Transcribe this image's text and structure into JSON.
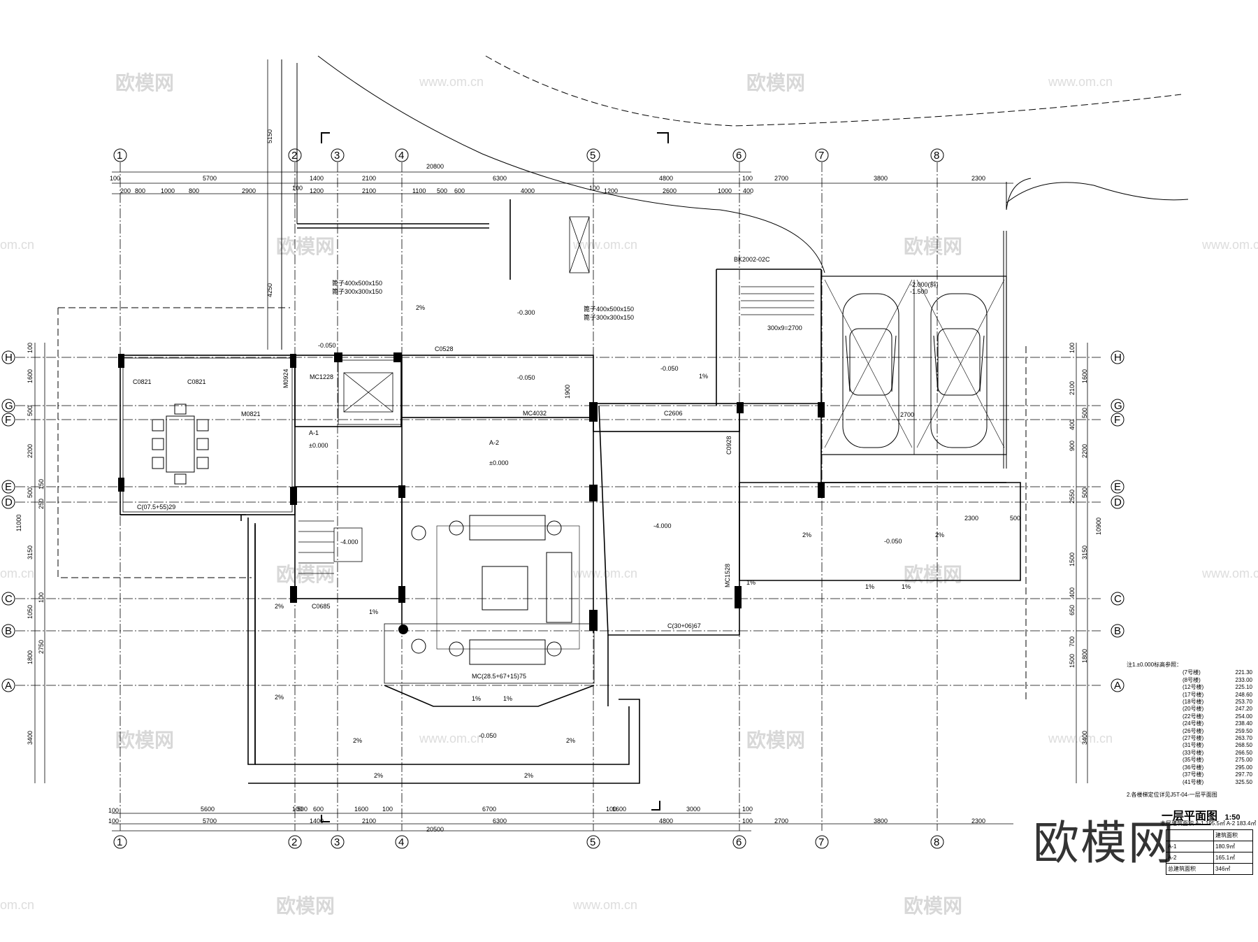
{
  "drawing": {
    "title": "一层平面图",
    "scale": "1:50",
    "brand": "欧模网"
  },
  "watermark": {
    "text": "欧模网",
    "url": "www.om.cn",
    "url_short": "om.cn"
  },
  "axes": {
    "columns": [
      "1",
      "2",
      "3",
      "4",
      "5",
      "6",
      "7",
      "8"
    ],
    "rows": [
      "H",
      "G",
      "F",
      "E",
      "D",
      "C",
      "B",
      "A"
    ]
  },
  "dims_top": {
    "overall": "20800",
    "row1": [
      "100",
      "5700",
      "1400",
      "2100",
      "6300",
      "4800",
      "100",
      "2700",
      "3800",
      "2300"
    ],
    "row2": [
      "200",
      "800",
      "1000",
      "800",
      "2900",
      "100",
      "1200",
      "2100",
      "1100",
      "500",
      "600",
      "4000",
      "100",
      "1200",
      "2600",
      "1000",
      "400"
    ]
  },
  "dims_bottom": {
    "overall": "20500",
    "row1": [
      "100",
      "5600",
      "100",
      "500",
      "600",
      "1600",
      "100",
      "6700",
      "100",
      "1600",
      "3000",
      "100"
    ],
    "row2": [
      "100",
      "5700",
      "1400",
      "2100",
      "6300",
      "4800",
      "100",
      "2700",
      "3800",
      "2300"
    ]
  },
  "dims_left": [
    "100",
    "1600",
    "500",
    "2200",
    "150",
    "500",
    "250",
    "11000",
    "3150",
    "100",
    "1050",
    "2750",
    "1800",
    "3400",
    "5150",
    "4250"
  ],
  "dims_right": [
    "100",
    "1600",
    "2100",
    "500",
    "400",
    "900",
    "2200",
    "500",
    "2550",
    "10900",
    "3150",
    "1500",
    "400",
    "650",
    "700",
    "1500",
    "1800",
    "3400"
  ],
  "rooms": {
    "a1": "A-1",
    "a2": "A-2",
    "a1_level": "±0.000",
    "a2_level": "±0.000",
    "level_neg_050": "-0.050",
    "level_neg_300": "-0.300",
    "level_neg_4000": "-4.000",
    "level_neg_2000": "-2.000(斜)",
    "level_neg_1500": "-1.500"
  },
  "labels": {
    "c0821a": "C0821",
    "c0821b": "C0821",
    "m0821": "M0821",
    "m0924": "M0924",
    "mc1228": "MC1228",
    "c0528": "C0528",
    "mc4032": "MC4032",
    "c2606": "C2606",
    "c0928": "C0928",
    "mc1528": "MC1528",
    "c0685": "C0685",
    "c_bottom_left": "C(07.5+55)29",
    "c_right": "C(30+06)67",
    "mc_bottom": "MC(28.5+67+15)75",
    "bk": "BK2002-02C",
    "ladder": "300x9=2700",
    "slope_2": "2%",
    "slope_1": "1%",
    "grate": "篦子400x500x150",
    "grate2": "篦子300x300x150",
    "dim_2700": "2700",
    "dim_2300": "2300",
    "dim_500": "500",
    "dim_1900": "1900"
  },
  "elevation_note": {
    "header": "注1.±0.000标高参照：",
    "rows": [
      [
        "7号楼",
        "221.30"
      ],
      [
        "8号楼",
        "233.00"
      ],
      [
        "12号楼",
        "225.10"
      ],
      [
        "17号楼",
        "248.60"
      ],
      [
        "18号楼",
        "253.70"
      ],
      [
        "20号楼",
        "247.20"
      ],
      [
        "22号楼",
        "254.00"
      ],
      [
        "24号楼",
        "238.40"
      ],
      [
        "26号楼",
        "259.50"
      ],
      [
        "27号楼",
        "263.70"
      ],
      [
        "31号楼",
        "268.50"
      ],
      [
        "33号楼",
        "266.50"
      ],
      [
        "35号楼",
        "275.00"
      ],
      [
        "36号楼",
        "295.00"
      ],
      [
        "37号楼",
        "297.70"
      ],
      [
        "41号楼",
        "325.50"
      ]
    ],
    "note2": "2.各楼梯定位详见J5T-04-一层平面图"
  },
  "area_table": {
    "header": "本层建筑面积 A-1 195.5㎡  A-2 183.4㎡",
    "rows": [
      [
        "",
        "建筑面积"
      ],
      [
        "A-1",
        "180.9㎡"
      ],
      [
        "A-2",
        "165.1㎡"
      ],
      [
        "总建筑面积",
        "346㎡"
      ]
    ]
  }
}
